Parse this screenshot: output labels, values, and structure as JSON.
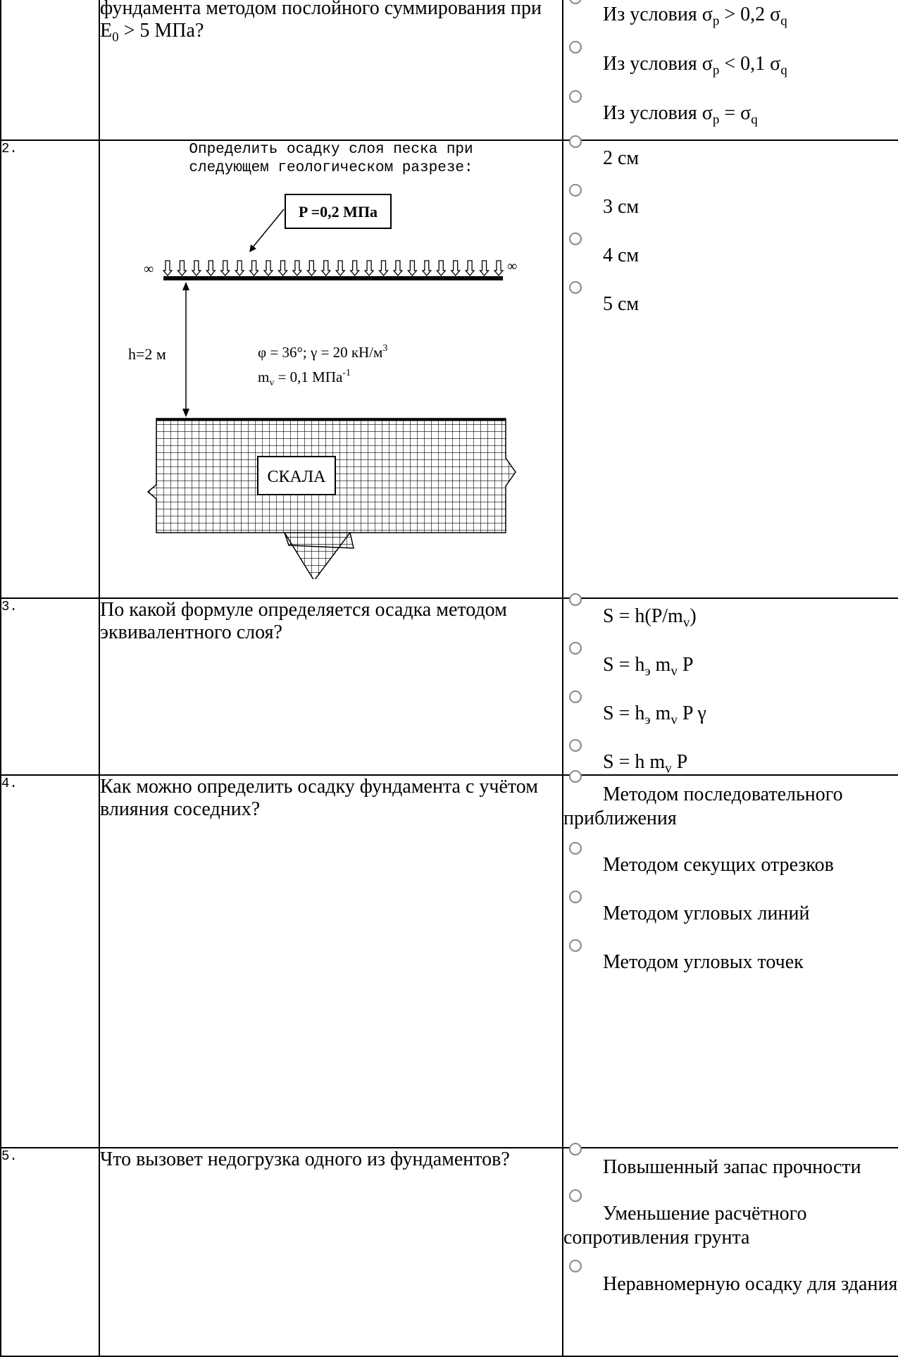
{
  "rows": [
    {
      "number": "",
      "question_parts": [
        "фундамента методом послойного суммирования при E",
        "0",
        " > 5 МПа?"
      ],
      "options": [
        {
          "parts": [
            "Из условия σ",
            "p",
            " > 0,2 σ",
            "q"
          ]
        },
        {
          "parts": [
            "Из условия σ",
            "p",
            " < 0,1 σ",
            "q"
          ]
        },
        {
          "parts": [
            "Из условия σ",
            "p",
            " = σ",
            "q"
          ]
        }
      ]
    },
    {
      "number": "2.",
      "question_line1": "Определить осадку слоя песка при",
      "question_line2": "следующем геологическом разрезе:",
      "diagram": {
        "load_label": "P =0,2 МПа",
        "infinity_left": "∞",
        "infinity_right": "∞",
        "depth_label": "h=2 м",
        "props_line1": "φ = 36°; γ = 20 кН/м",
        "props_line1_sup": "3",
        "props_line2_main": "m",
        "props_line2_sub": "v",
        "props_line2_rest": " = 0,1 МПа",
        "props_line2_sup": "-1",
        "rock_label": "СКАЛА"
      },
      "options": [
        {
          "text": "2 см"
        },
        {
          "text": "3 см"
        },
        {
          "text": "4 см"
        },
        {
          "text": "5 см"
        }
      ]
    },
    {
      "number": "3.",
      "question": "По какой формуле определяется осадка методом эквивалентного слоя?",
      "options": [
        {
          "parts": [
            "S = h(P/m",
            "v",
            ")"
          ]
        },
        {
          "parts": [
            "S = h",
            "э",
            " m",
            "v",
            " P"
          ]
        },
        {
          "parts": [
            "S = h",
            "э",
            " m",
            "v",
            " P γ"
          ]
        },
        {
          "parts": [
            "S = h m",
            "v",
            " P"
          ]
        }
      ]
    },
    {
      "number": "4.",
      "question": "Как можно определить осадку фундамента с учётом влияния соседних?",
      "options": [
        {
          "text": "Методом последовательного приближения"
        },
        {
          "text": "Методом секущих отрезков"
        },
        {
          "text": "Методом угловых линий"
        },
        {
          "text": "Методом угловых точек"
        }
      ]
    },
    {
      "number": "5.",
      "question": "Что вызовет недогрузка одного из фундаментов?",
      "options": [
        {
          "text": "Повышенный запас прочности"
        },
        {
          "text": "Уменьшение расчётного сопротивления грунта"
        },
        {
          "text": "Неравномерную осадку для здания"
        }
      ]
    }
  ]
}
